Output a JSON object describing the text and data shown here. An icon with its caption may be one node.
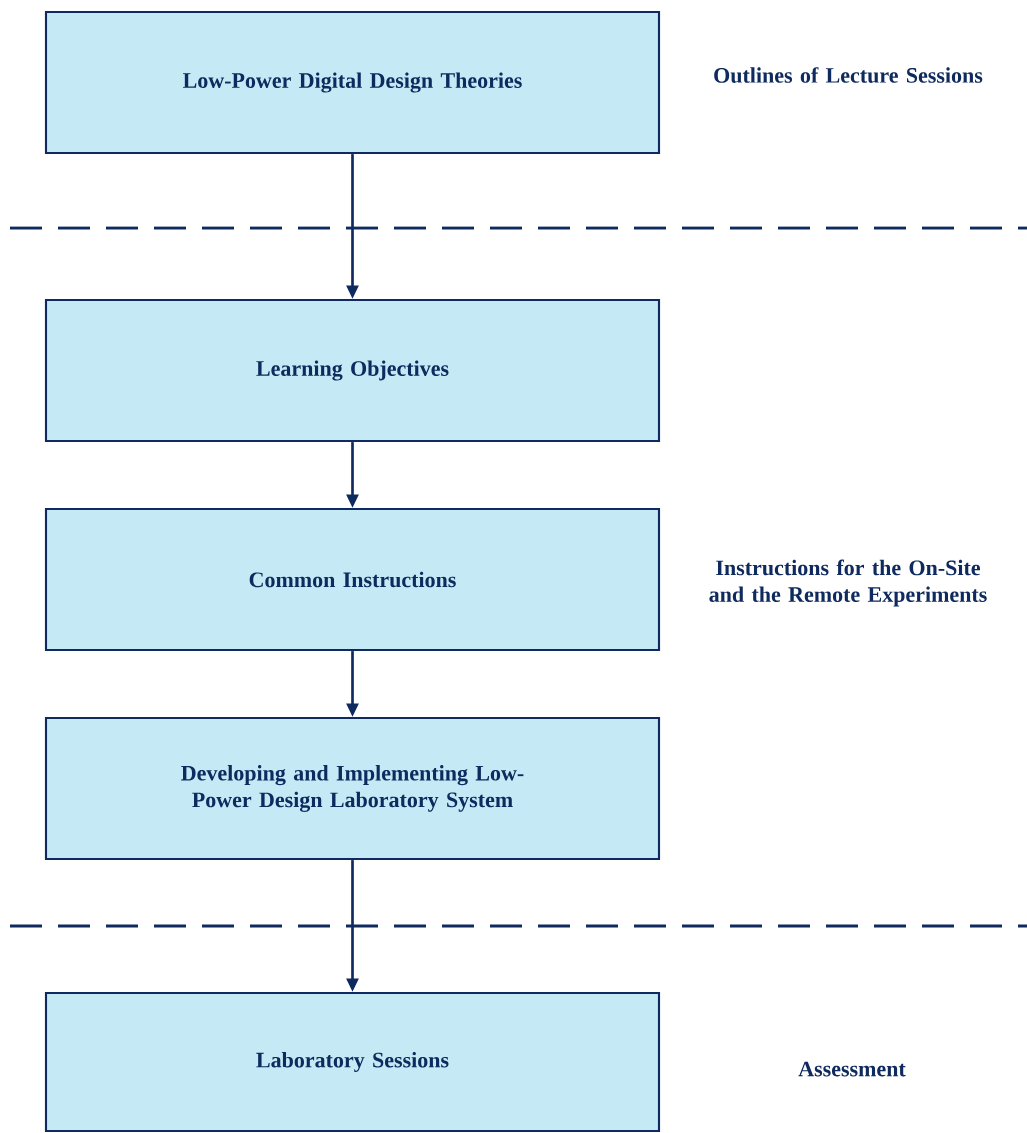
{
  "diagram": {
    "nodes": [
      {
        "text": [
          "Low-Power Digital Design Theories"
        ]
      },
      {
        "text": [
          "Learning Objectives"
        ]
      },
      {
        "text": [
          "Common Instructions"
        ]
      },
      {
        "text": [
          "Developing and Implementing Low-Power Design Laboratory System"
        ]
      },
      {
        "text": [
          "Laboratory Sessions"
        ]
      }
    ],
    "edges": [
      {
        "from": 0,
        "to": 1,
        "arrow": "to"
      },
      {
        "from": 1,
        "to": 2,
        "arrow": "to"
      },
      {
        "from": 2,
        "to": 3,
        "arrow": "to"
      },
      {
        "from": 3,
        "to": 4,
        "arrow": "to"
      }
    ],
    "labels": [
      "Outlines of Lecture Sessions",
      "Instructions for the On-Site and the Remote Experiments",
      "Assessment"
    ]
  }
}
